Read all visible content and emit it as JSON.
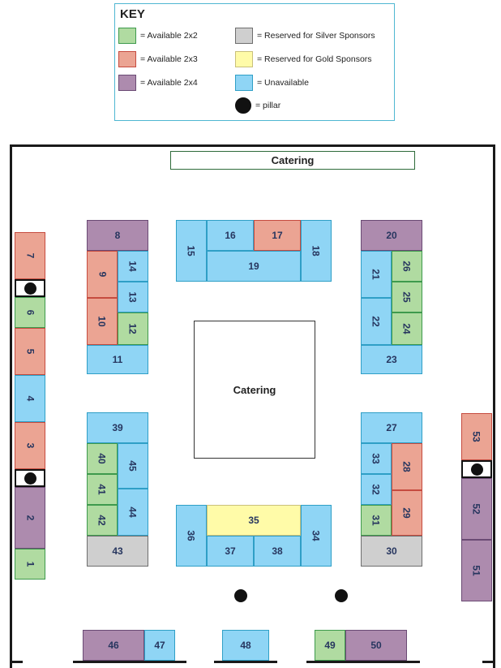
{
  "key": {
    "title": "KEY",
    "items": [
      {
        "label": "= Available 2x2",
        "color": "#b0dba1"
      },
      {
        "label": "= Available 2x3",
        "color": "#eba493"
      },
      {
        "label": "= Available 2x4",
        "color": "#ad8bae"
      },
      {
        "label": "= Reserved for Silver Sponsors",
        "color": "#cfcfcf"
      },
      {
        "label": "= Reserved for Gold Sponsors",
        "color": "#fffba8"
      },
      {
        "label": "= Unavailable",
        "color": "#8fd5f5"
      },
      {
        "label": "= pillar",
        "color": "#111111"
      }
    ]
  },
  "catering_top": "Catering",
  "catering_center": "Catering",
  "booths": {
    "b1": "1",
    "b2": "2",
    "b3": "3",
    "b4": "4",
    "b5": "5",
    "b6": "6",
    "b7": "7",
    "b8": "8",
    "b9": "9",
    "b10": "10",
    "b11": "11",
    "b12": "12",
    "b13": "13",
    "b14": "14",
    "b15": "15",
    "b16": "16",
    "b17": "17",
    "b18": "18",
    "b19": "19",
    "b20": "20",
    "b21": "21",
    "b22": "22",
    "b23": "23",
    "b24": "24",
    "b25": "25",
    "b26": "26",
    "b27": "27",
    "b28": "28",
    "b29": "29",
    "b30": "30",
    "b31": "31",
    "b32": "32",
    "b33": "33",
    "b34": "34",
    "b35": "35",
    "b36": "36",
    "b37": "37",
    "b38": "38",
    "b39": "39",
    "b40": "40",
    "b41": "41",
    "b42": "42",
    "b43": "43",
    "b44": "44",
    "b45": "45",
    "b46": "46",
    "b47": "47",
    "b48": "48",
    "b49": "49",
    "b50": "50",
    "b51": "51",
    "b52": "52",
    "b53": "53"
  }
}
